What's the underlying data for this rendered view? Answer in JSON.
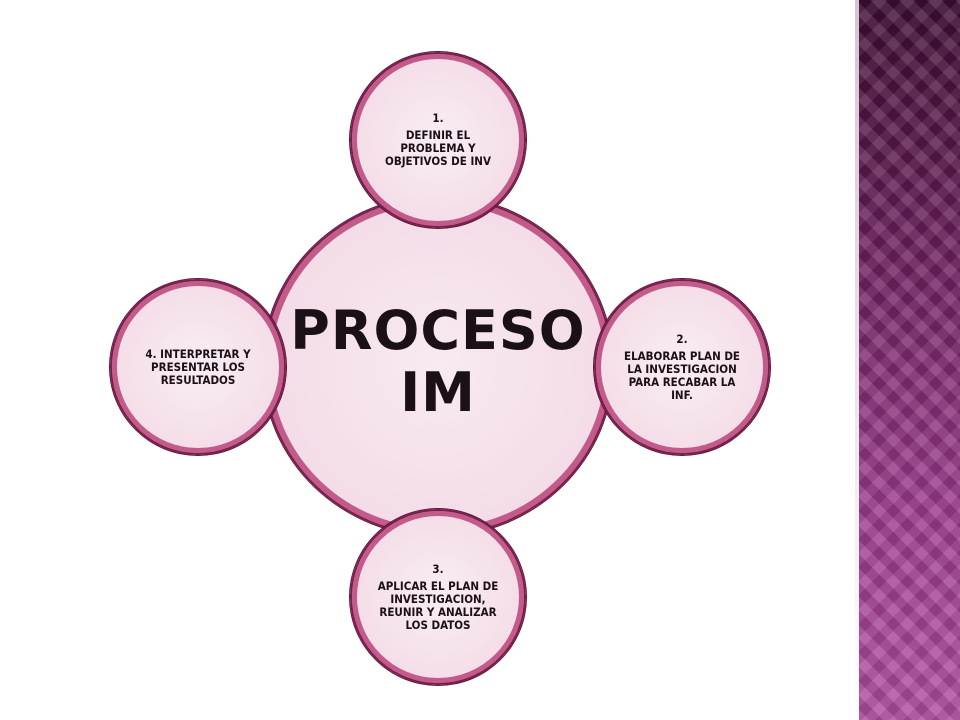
{
  "diagram": {
    "center": {
      "line1": "PROCESO",
      "line2": "IM"
    },
    "steps": [
      {
        "number": "1.",
        "text": "DEFINIR EL PROBLEMA Y OBJETIVOS DE INV"
      },
      {
        "number": "2.",
        "text": "ELABORAR PLAN DE LA INVESTIGACION PARA RECABAR LA INF."
      },
      {
        "number": "3.",
        "text": "APLICAR EL PLAN DE INVESTIGACION, REUNIR Y ANALIZAR LOS DATOS"
      },
      {
        "number": "",
        "text": "4. INTERPRETAR Y PRESENTAR LOS RESULTADOS"
      }
    ]
  },
  "colors": {
    "ring": "#7a1d4a",
    "fill": "#f3dae6",
    "band_dark": "#3e0d33",
    "band_light": "#b04ea0"
  }
}
